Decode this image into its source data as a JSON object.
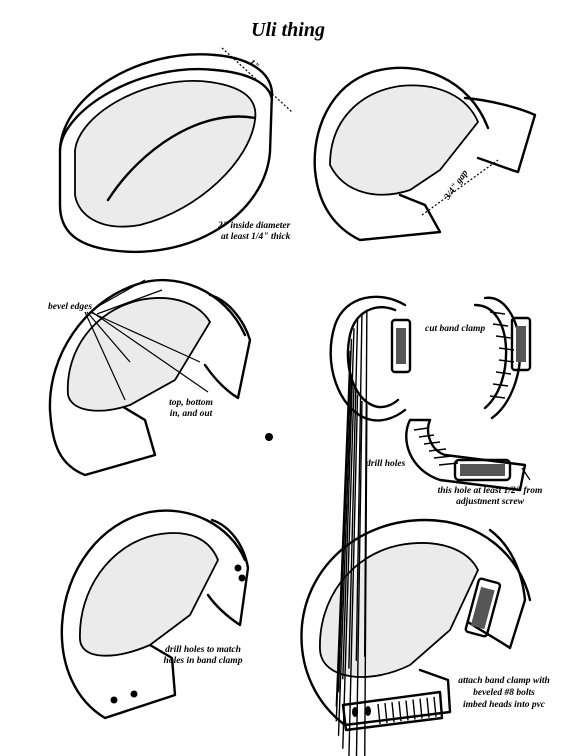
{
  "title": "Uli thing",
  "labels": {
    "dim_width": "1\"",
    "inside_diameter_1": "2\" inside diameter",
    "inside_diameter_2": "at least 1/4\" thick",
    "gap": "3/4\" gap",
    "bevel_edges": "bevel edges",
    "top_bottom_1": "top, bottom",
    "top_bottom_2": "in, and out",
    "cut_band_clamp": "cut band clamp",
    "drill_holes": "drill holes",
    "hole_note_1": "this hole at least 1/2\" from",
    "hole_note_2": "adjustment screw",
    "drill_match_1": "drill holes to match",
    "drill_match_2": "holes in band clamp",
    "attach_1": "attach band clamp with",
    "attach_2": "beveled #8  bolts",
    "attach_3": "imbed heads into pvc"
  }
}
